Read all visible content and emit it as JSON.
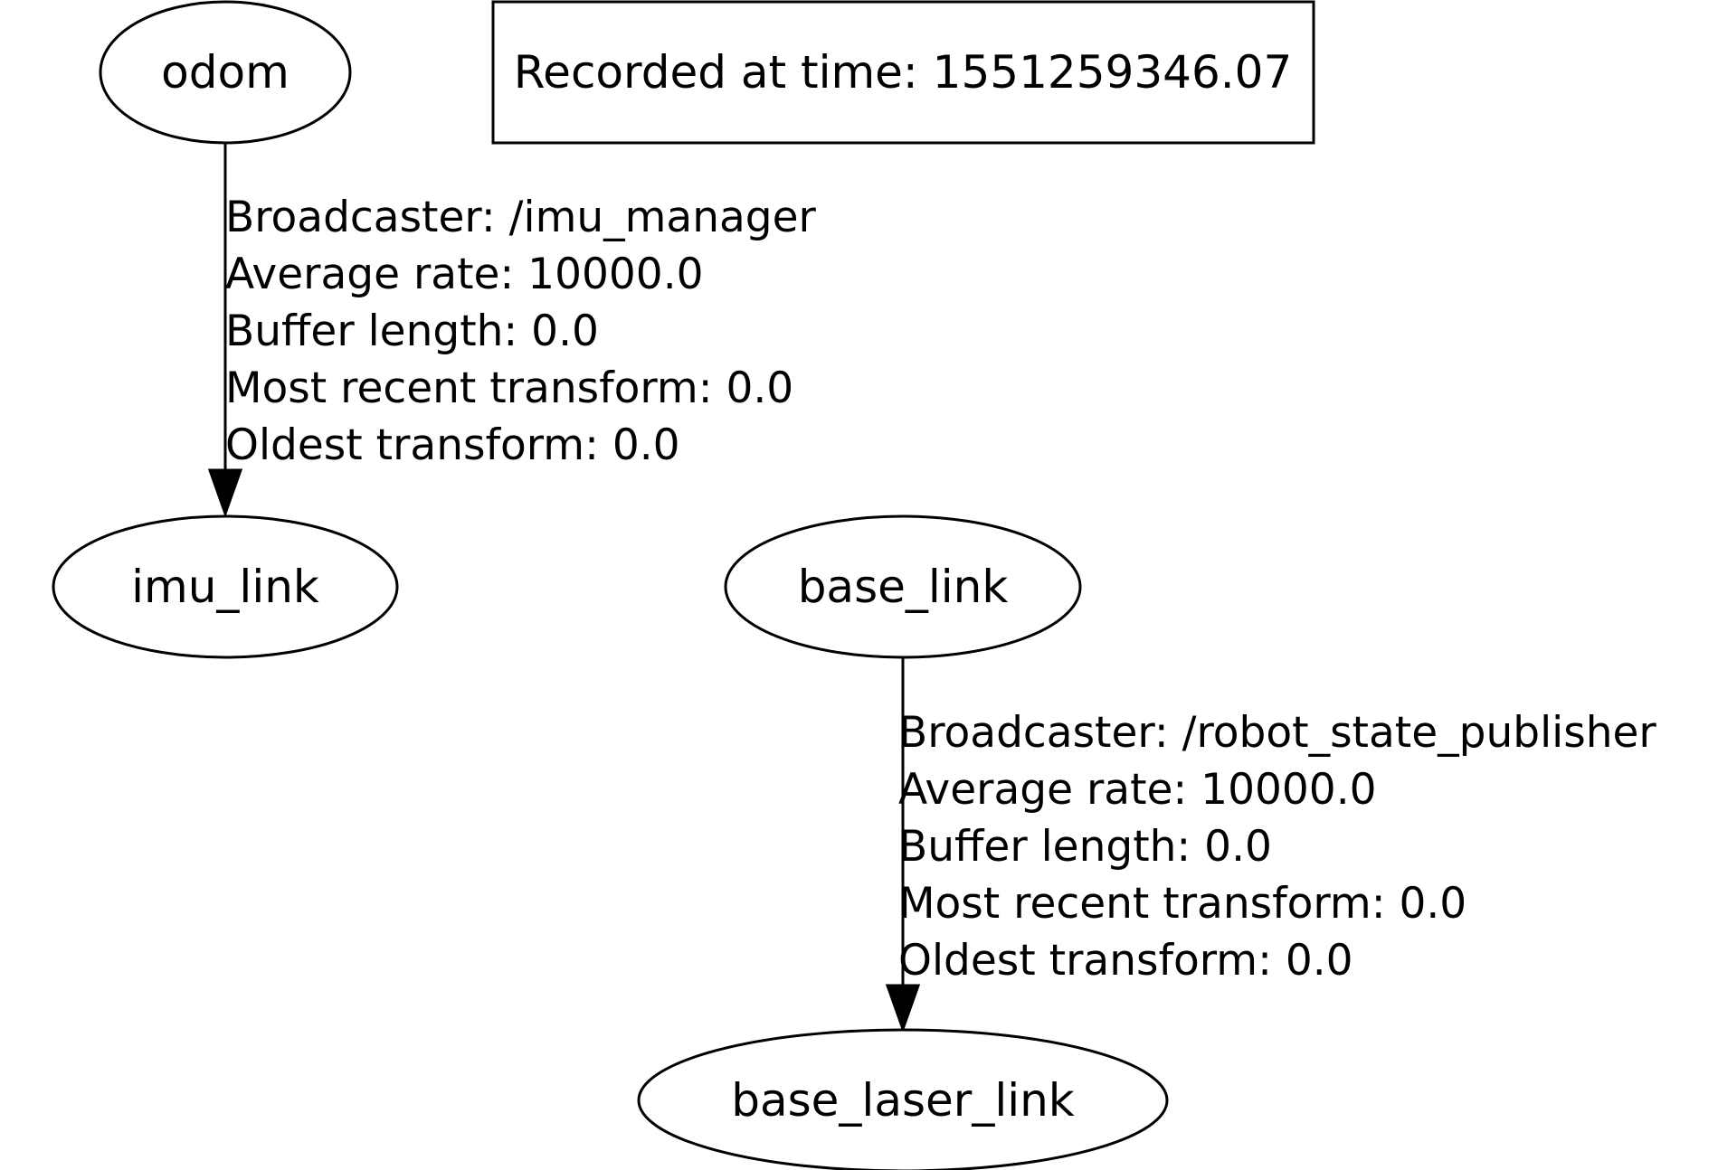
{
  "recorded_box": {
    "label": "Recorded at time: 1551259346.07"
  },
  "nodes": {
    "odom": "odom",
    "imu_link": "imu_link",
    "base_link": "base_link",
    "base_laser_link": "base_laser_link"
  },
  "edges": [
    {
      "from": "odom",
      "to": "imu_link",
      "lines": [
        "Broadcaster: /imu_manager",
        "Average rate: 10000.0",
        "Buffer length: 0.0",
        "Most recent transform: 0.0",
        "Oldest transform: 0.0"
      ]
    },
    {
      "from": "base_link",
      "to": "base_laser_link",
      "lines": [
        "Broadcaster: /robot_state_publisher",
        "Average rate: 10000.0",
        "Buffer length: 0.0",
        "Most recent transform: 0.0",
        "Oldest transform: 0.0"
      ]
    }
  ],
  "colors": {
    "stroke": "#000000",
    "background": "#ffffff"
  }
}
